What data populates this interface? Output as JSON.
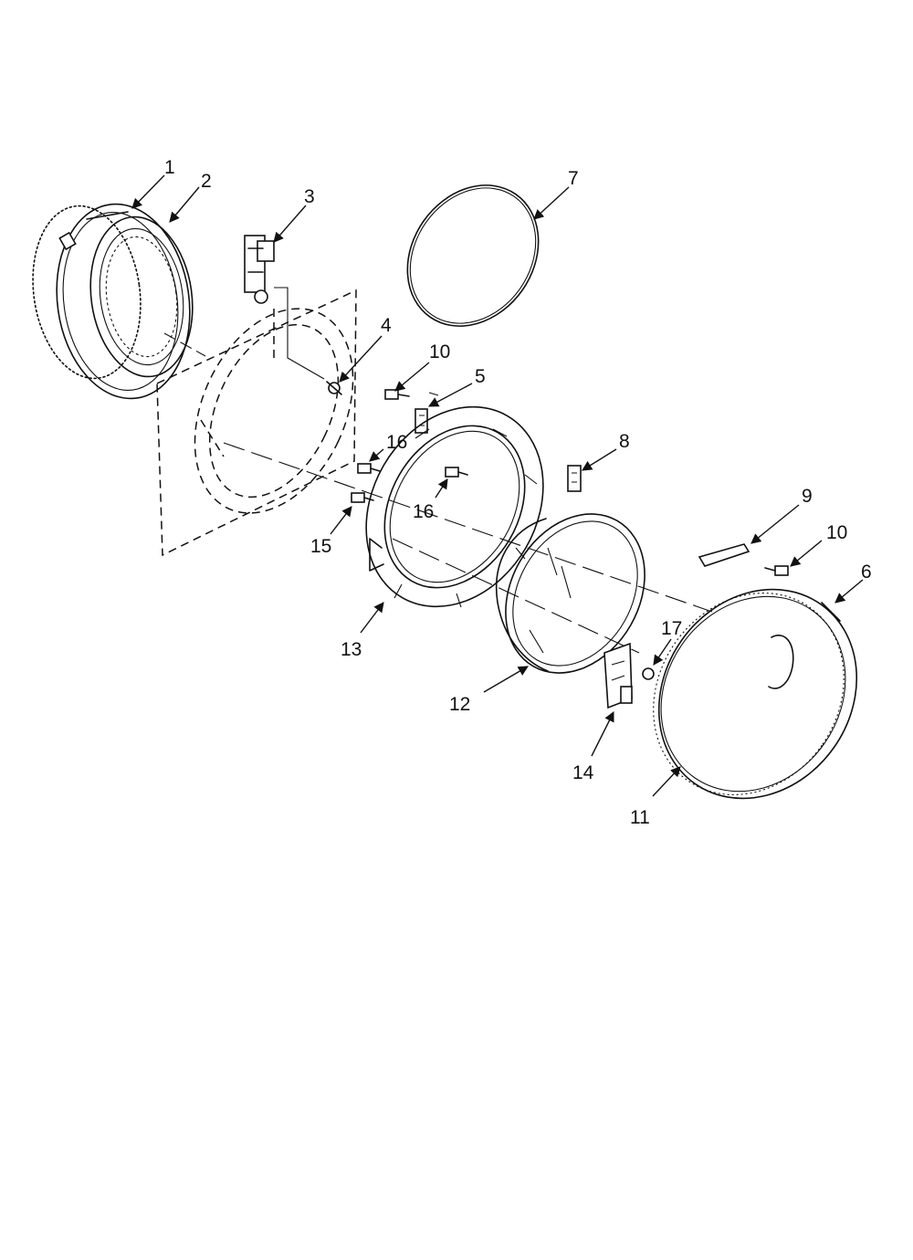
{
  "callouts": [
    {
      "id": "c1",
      "text": "1"
    },
    {
      "id": "c2",
      "text": "2"
    },
    {
      "id": "c3",
      "text": "3"
    },
    {
      "id": "c4",
      "text": "4"
    },
    {
      "id": "c10a",
      "text": "10"
    },
    {
      "id": "c5",
      "text": "5"
    },
    {
      "id": "c7",
      "text": "7"
    },
    {
      "id": "c16a",
      "text": "16"
    },
    {
      "id": "c16b",
      "text": "16"
    },
    {
      "id": "c15",
      "text": "15"
    },
    {
      "id": "c8",
      "text": "8"
    },
    {
      "id": "c9",
      "text": "9"
    },
    {
      "id": "c10b",
      "text": "10"
    },
    {
      "id": "c6",
      "text": "6"
    },
    {
      "id": "c13",
      "text": "13"
    },
    {
      "id": "c17",
      "text": "17"
    },
    {
      "id": "c12",
      "text": "12"
    },
    {
      "id": "c14",
      "text": "14"
    },
    {
      "id": "c11",
      "text": "11"
    }
  ]
}
